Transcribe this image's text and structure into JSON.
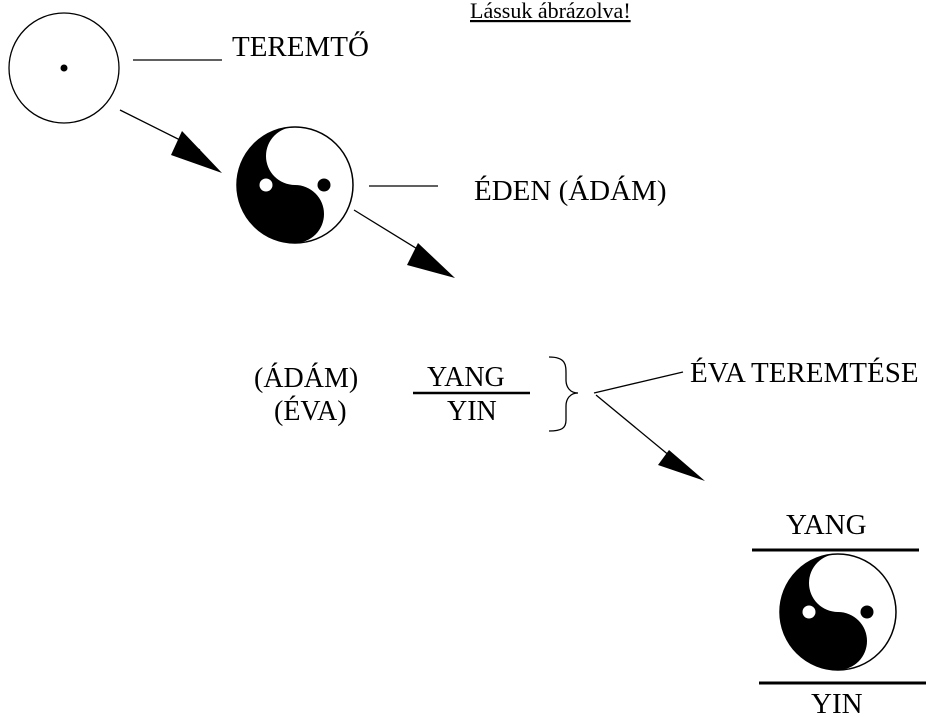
{
  "title": "Lássuk ábrázolva!",
  "labels": {
    "teremto": "TEREMTŐ",
    "eden": "ÉDEN (ÁDÁM)",
    "adam": "(ÁDÁM)",
    "eva": "(ÉVA)",
    "fraction_top": "YANG",
    "fraction_bottom": "YIN",
    "eva_teremtese": "ÉVA TEREMTÉSE",
    "bottom_yang": "YANG",
    "bottom_yin": "YIN"
  },
  "colors": {
    "ink": "#000000",
    "paper": "#ffffff"
  },
  "icons": [
    "creator-circle-icon",
    "yin-yang-icon",
    "arrow-icon",
    "brace-icon"
  ]
}
